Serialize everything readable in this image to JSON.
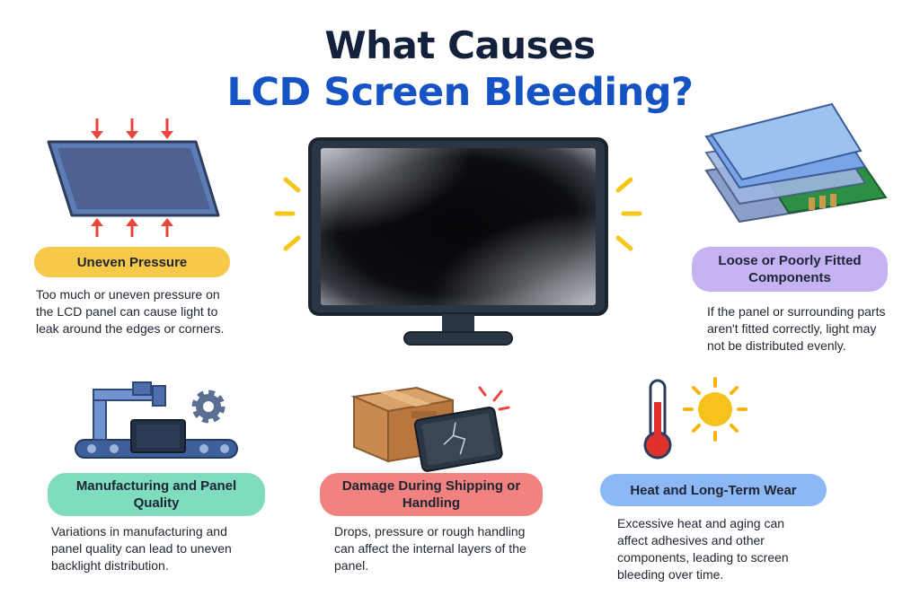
{
  "title": {
    "line1": "What Causes",
    "line2": "LCD Screen Bleeding?"
  },
  "cards": [
    {
      "id": "uneven-pressure",
      "label": "Uneven Pressure",
      "description": "Too much or uneven pressure on the LCD panel can cause light to leak around the edges or corners.",
      "pill_color": "#f7c948",
      "icon": "pressed-panel-icon"
    },
    {
      "id": "loose-components",
      "label": "Loose or Poorly Fitted Components",
      "description": "If the panel or surrounding parts aren't fitted correctly, light may not be distributed evenly.",
      "pill_color": "#c4b2f2",
      "icon": "panel-layers-icon"
    },
    {
      "id": "manufacturing",
      "label": "Manufacturing and Panel Quality",
      "description": "Variations in manufacturing and panel quality can lead to uneven backlight distribution.",
      "pill_color": "#7fdcbf",
      "icon": "assembly-line-icon"
    },
    {
      "id": "shipping-damage",
      "label": "Damage During Shipping or Handling",
      "description": "Drops, pressure or rough handling can affect the internal layers of the panel.",
      "pill_color": "#f2827f",
      "icon": "box-cracked-screen-icon"
    },
    {
      "id": "heat-wear",
      "label": "Heat and Long-Term Wear",
      "description": "Excessive heat and aging can affect adhesives and other components, leading to screen bleeding over time.",
      "pill_color": "#8cb9f5",
      "icon": "thermometer-sun-icon"
    }
  ],
  "colors": {
    "title_dark": "#14213d",
    "title_blue": "#1552c4",
    "arrow_red": "#e8453c",
    "glow_yellow": "#f5c518"
  }
}
